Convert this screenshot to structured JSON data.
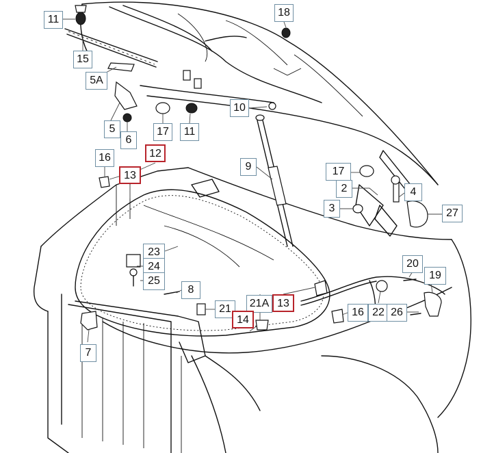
{
  "diagram": {
    "callouts": [
      {
        "id": "c11a",
        "label": "11",
        "highlight": false
      },
      {
        "id": "c15",
        "label": "15",
        "highlight": false
      },
      {
        "id": "c5a",
        "label": "5A",
        "highlight": false
      },
      {
        "id": "c5",
        "label": "5",
        "highlight": false
      },
      {
        "id": "c6",
        "label": "6",
        "highlight": false
      },
      {
        "id": "c17a",
        "label": "17",
        "highlight": false
      },
      {
        "id": "c11b",
        "label": "11",
        "highlight": false
      },
      {
        "id": "c18",
        "label": "18",
        "highlight": false
      },
      {
        "id": "c10",
        "label": "10",
        "highlight": false
      },
      {
        "id": "c9",
        "label": "9",
        "highlight": false
      },
      {
        "id": "c12",
        "label": "12",
        "highlight": true
      },
      {
        "id": "c16a",
        "label": "16",
        "highlight": false
      },
      {
        "id": "c13a",
        "label": "13",
        "highlight": true
      },
      {
        "id": "c17b",
        "label": "17",
        "highlight": false
      },
      {
        "id": "c2",
        "label": "2",
        "highlight": false
      },
      {
        "id": "c4",
        "label": "4",
        "highlight": false
      },
      {
        "id": "c3",
        "label": "3",
        "highlight": false
      },
      {
        "id": "c27",
        "label": "27",
        "highlight": false
      },
      {
        "id": "c23",
        "label": "23",
        "highlight": false
      },
      {
        "id": "c24",
        "label": "24",
        "highlight": false
      },
      {
        "id": "c25",
        "label": "25",
        "highlight": false
      },
      {
        "id": "c20",
        "label": "20",
        "highlight": false
      },
      {
        "id": "c19",
        "label": "19",
        "highlight": false
      },
      {
        "id": "c8",
        "label": "8",
        "highlight": false
      },
      {
        "id": "c21",
        "label": "21",
        "highlight": false
      },
      {
        "id": "c21a",
        "label": "21A",
        "highlight": false
      },
      {
        "id": "c13b",
        "label": "13",
        "highlight": true
      },
      {
        "id": "c14",
        "label": "14",
        "highlight": true
      },
      {
        "id": "c16b",
        "label": "16",
        "highlight": false
      },
      {
        "id": "c22",
        "label": "22",
        "highlight": false
      },
      {
        "id": "c26",
        "label": "26",
        "highlight": false
      },
      {
        "id": "c7",
        "label": "7",
        "highlight": false
      }
    ]
  }
}
